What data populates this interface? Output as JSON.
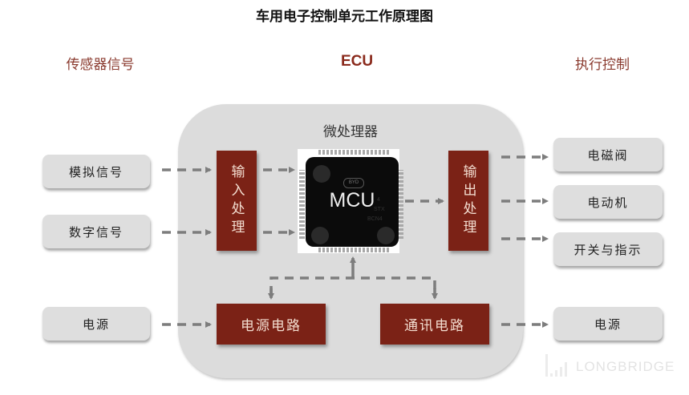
{
  "title": "车用电子控制单元工作原理图",
  "columns": {
    "sensors": "传感器信号",
    "ecu": "ECU",
    "actuators": "执行控制"
  },
  "panel": {
    "label": "微处理器"
  },
  "inputs": [
    {
      "label": "模拟信号"
    },
    {
      "label": "数字信号"
    },
    {
      "label": "电源"
    }
  ],
  "processing": {
    "input": "输入处理",
    "output": "输出处理",
    "power_circuit": "电源电路",
    "comm_circuit": "通讯电路"
  },
  "chip": {
    "label": "MCU",
    "logo": "BYD",
    "markings": [
      "4",
      "STX",
      "BCN4"
    ]
  },
  "outputs": [
    {
      "label": "电磁阀"
    },
    {
      "label": "电动机"
    },
    {
      "label": "开关与指示"
    },
    {
      "label": "电源"
    }
  ],
  "watermark": "LONGBRIDGE",
  "colors": {
    "accent_red": "#7b2216",
    "heading_red": "#8a3a2e",
    "panel_gray": "#dcdcdc",
    "box_gray": "#dedede",
    "arrow_gray": "#7d7d7d"
  }
}
